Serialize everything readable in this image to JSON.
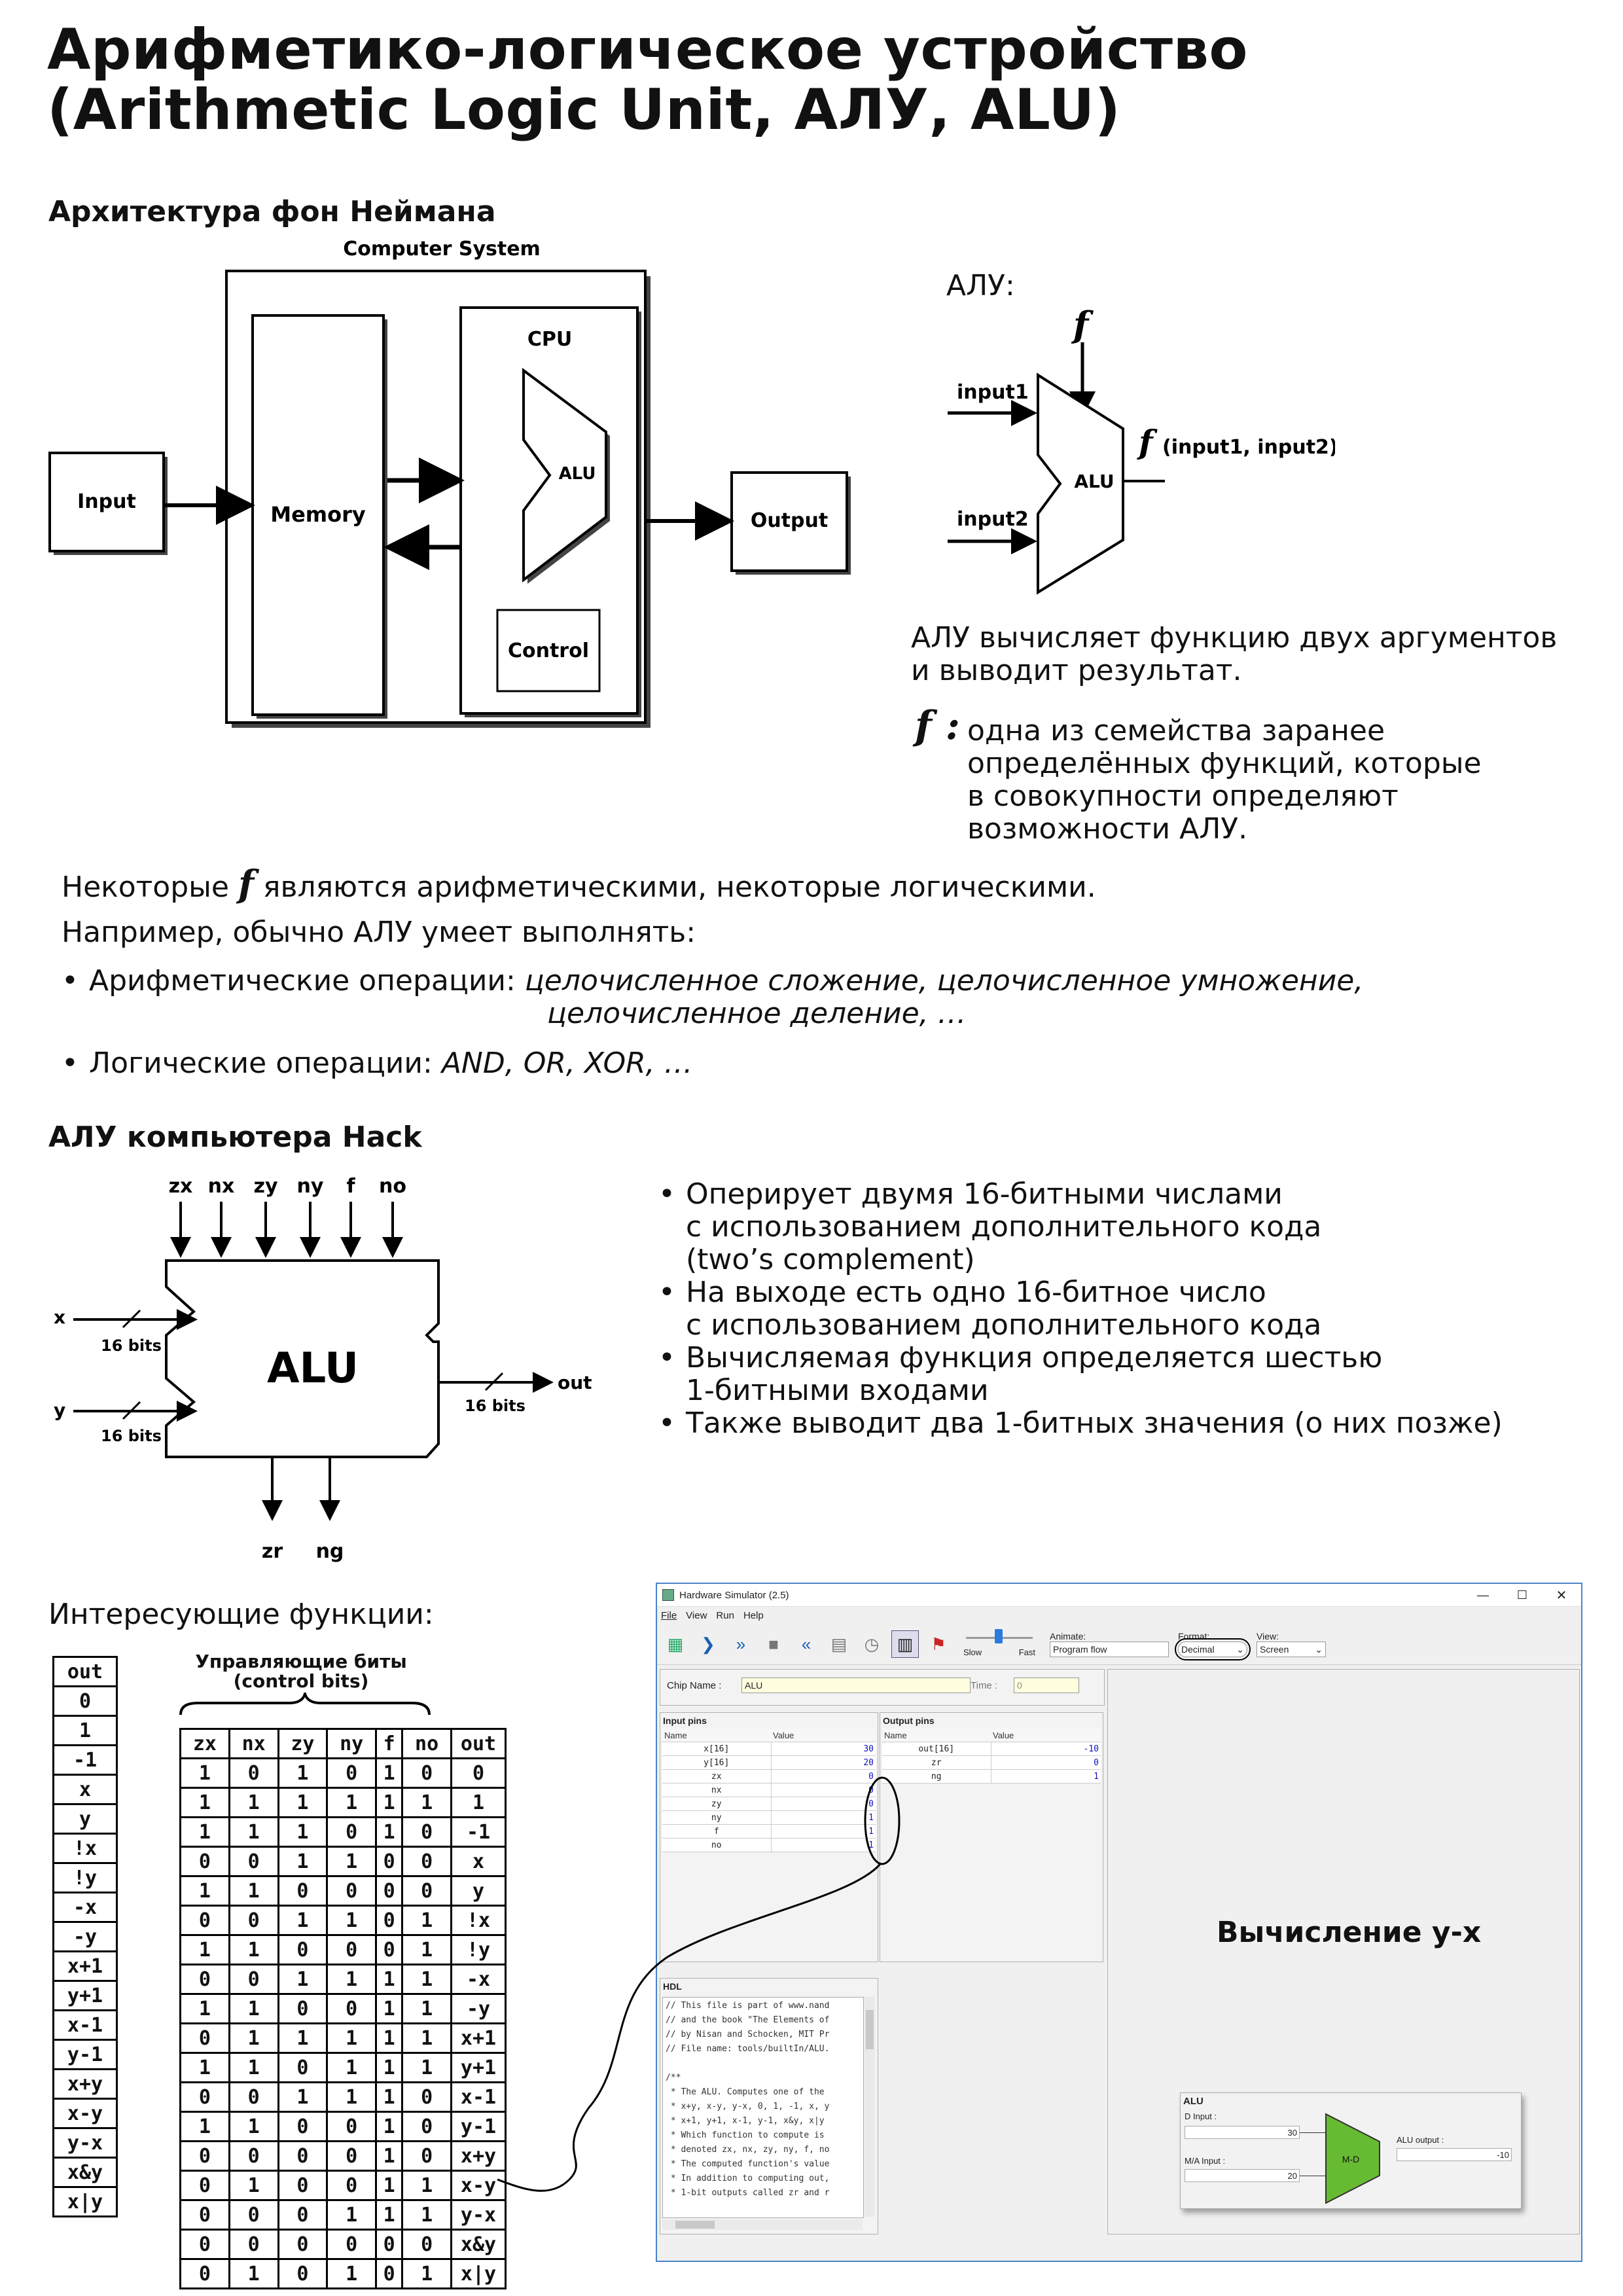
{
  "title_line1": "Арифметико-логическое устройство",
  "title_line2": "(Arithmetic Logic Unit, АЛУ, ALU)",
  "section_von_neumann": "Архитектура фон Неймана",
  "diagram_vn": {
    "computer_system": "Computer System",
    "cpu": "CPU",
    "alu": "ALU",
    "input": "Input",
    "memory": "Memory",
    "output": "Output",
    "control": "Control"
  },
  "alu_label": "АЛУ:",
  "alu_symbol": {
    "f": "f",
    "input1": "input1",
    "input2": "input2",
    "alu": "ALU",
    "f_out": "f",
    "f_out_args": "(input1, input2)"
  },
  "alu_desc_1": "АЛУ вычисляет функцию двух аргументов",
  "alu_desc_2": "и выводит результат.",
  "f_colon": "f :",
  "f_desc": [
    "одна из семейства заранее",
    "определённых функций, которые",
    "в совокупности определяют",
    "возможности АЛУ."
  ],
  "some_f_pre": "Некоторые",
  "some_f_sym": "f",
  "some_f_post": "являются арифметическими, некоторые логическими.",
  "for_example": "Например, обычно АЛУ умеет выполнять:",
  "arith_label": "Арифметические операции:",
  "arith_ops_1": "целочисленное сложение, целочисленное умножение,",
  "arith_ops_2": "целочисленное деление, …",
  "logic_label": "Логические операции:",
  "logic_ops": "AND, OR, XOR, …",
  "section_hack": "АЛУ компьютера Hack",
  "hack_alu": {
    "controls": [
      "zx",
      "nx",
      "zy",
      "ny",
      "f",
      "no"
    ],
    "x": "x",
    "y": "y",
    "bits_x": "16 bits",
    "bits_y": "16 bits",
    "bits_out": "16 bits",
    "alu": "ALU",
    "out": "out",
    "zr": "zr",
    "ng": "ng"
  },
  "hack_bullets": [
    [
      "Оперирует двумя 16-битными числами",
      "с использованием дополнительного кода",
      "(two’s complement)"
    ],
    [
      "На выходе есть одно 16-битное число",
      "с использованием дополнительного кода"
    ],
    [
      "Вычисляемая функция определяется шестью",
      "1-битными входами"
    ],
    [
      "Также выводит два 1-битных значения (о них позже)"
    ]
  ],
  "functions_label": "Интересующие функции:",
  "control_bits_1": "Управляющие биты",
  "control_bits_2": "(control bits)",
  "out_header": "out",
  "out_list": [
    "0",
    "1",
    "-1",
    "x",
    "y",
    "!x",
    "!y",
    "-x",
    "-y",
    "x+1",
    "y+1",
    "x-1",
    "y-1",
    "x+y",
    "x-y",
    "y-x",
    "x&y",
    "x|y"
  ],
  "truth_header": [
    "zx",
    "nx",
    "zy",
    "ny",
    "f",
    "no",
    "out"
  ],
  "truth_rows": [
    [
      "1",
      "0",
      "1",
      "0",
      "1",
      "0",
      "0"
    ],
    [
      "1",
      "1",
      "1",
      "1",
      "1",
      "1",
      "1"
    ],
    [
      "1",
      "1",
      "1",
      "0",
      "1",
      "0",
      "-1"
    ],
    [
      "0",
      "0",
      "1",
      "1",
      "0",
      "0",
      "x"
    ],
    [
      "1",
      "1",
      "0",
      "0",
      "0",
      "0",
      "y"
    ],
    [
      "0",
      "0",
      "1",
      "1",
      "0",
      "1",
      "!x"
    ],
    [
      "1",
      "1",
      "0",
      "0",
      "0",
      "1",
      "!y"
    ],
    [
      "0",
      "0",
      "1",
      "1",
      "1",
      "1",
      "-x"
    ],
    [
      "1",
      "1",
      "0",
      "0",
      "1",
      "1",
      "-y"
    ],
    [
      "0",
      "1",
      "1",
      "1",
      "1",
      "1",
      "x+1"
    ],
    [
      "1",
      "1",
      "0",
      "1",
      "1",
      "1",
      "y+1"
    ],
    [
      "0",
      "0",
      "1",
      "1",
      "1",
      "0",
      "x-1"
    ],
    [
      "1",
      "1",
      "0",
      "0",
      "1",
      "0",
      "y-1"
    ],
    [
      "0",
      "0",
      "0",
      "0",
      "1",
      "0",
      "x+y"
    ],
    [
      "0",
      "1",
      "0",
      "0",
      "1",
      "1",
      "x-y"
    ],
    [
      "0",
      "0",
      "0",
      "1",
      "1",
      "1",
      "y-x"
    ],
    [
      "0",
      "0",
      "0",
      "0",
      "0",
      "0",
      "x&y"
    ],
    [
      "0",
      "1",
      "0",
      "1",
      "0",
      "1",
      "x|y"
    ]
  ],
  "simulator": {
    "window_title": "Hardware Simulator (2.5)",
    "menu": [
      "File",
      "View",
      "Run",
      "Help"
    ],
    "slow": "Slow",
    "fast": "Fast",
    "animate_label": "Animate:",
    "animate_value": "Program flow",
    "format_label": "Format:",
    "format_value": "Decimal",
    "view_label": "View:",
    "view_value": "Screen",
    "chip_name_label": "Chip Name :",
    "chip_name": "ALU",
    "time_label": "Time :",
    "time_value": "0",
    "input_pins_title": "Input pins",
    "output_pins_title": "Output pins",
    "col_name": "Name",
    "col_value": "Value",
    "input_pins": [
      {
        "name": "x[16]",
        "value": "30"
      },
      {
        "name": "y[16]",
        "value": "20"
      },
      {
        "name": "zx",
        "value": "0"
      },
      {
        "name": "nx",
        "value": "0"
      },
      {
        "name": "zy",
        "value": "0"
      },
      {
        "name": "ny",
        "value": "1"
      },
      {
        "name": "f",
        "value": "1"
      },
      {
        "name": "no",
        "value": "1"
      }
    ],
    "output_pins": [
      {
        "name": "out[16]",
        "value": "-10"
      },
      {
        "name": "zr",
        "value": "0"
      },
      {
        "name": "ng",
        "value": "1"
      }
    ],
    "hdl_title": "HDL",
    "hdl_lines": [
      "// This file is part of www.nand",
      "// and the book \"The Elements of",
      "// by Nisan and Schocken, MIT Pr",
      "// File name: tools/builtIn/ALU.",
      "",
      "/**",
      " * The ALU. Computes one of the",
      " * x+y, x-y, y-x, 0, 1, -1, x, y",
      " * x+1, y+1, x-1, y-1, x&y, x|y",
      " * Which function to compute is",
      " * denoted zx, nx, zy, ny, f, no",
      " * The computed function's value",
      " * In addition to computing out,",
      " * 1-bit outputs called zr and r"
    ],
    "computing_label": "Вычисление y-x",
    "alu_panel_title": "ALU",
    "d_input_label": "D Input :",
    "d_input_value": "30",
    "ma_input_label": "M/A Input :",
    "ma_input_value": "20",
    "alu_output_label": "ALU output :",
    "alu_output_value": "-10",
    "alu_op": "M-D",
    "alu_green": "#66bb33"
  }
}
